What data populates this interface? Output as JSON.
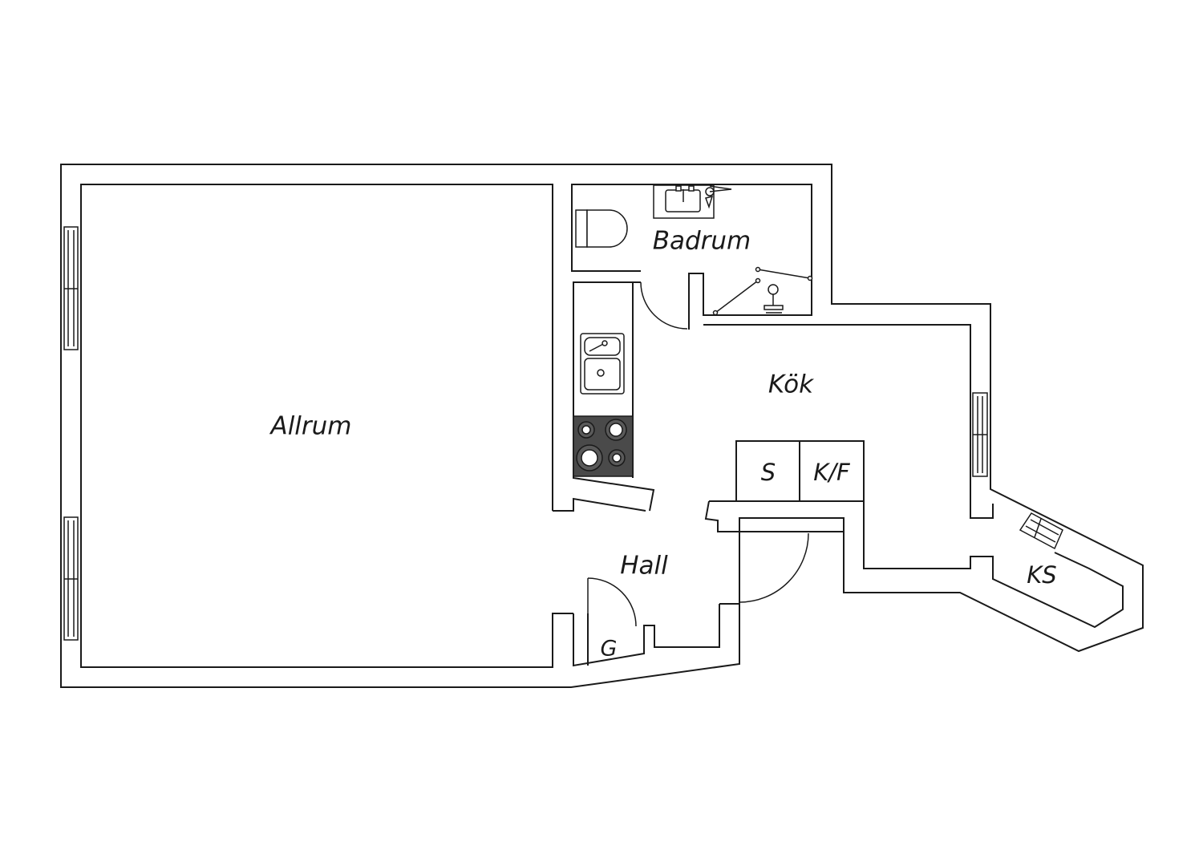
{
  "rooms": {
    "allrum": "Allrum",
    "badrum": "Badrum",
    "kok": "Kök",
    "hall": "Hall",
    "garderob": "G",
    "kladkammare": "KS"
  },
  "appliances": {
    "stove_label": "S",
    "fridge_freezer_label": "K/F"
  }
}
